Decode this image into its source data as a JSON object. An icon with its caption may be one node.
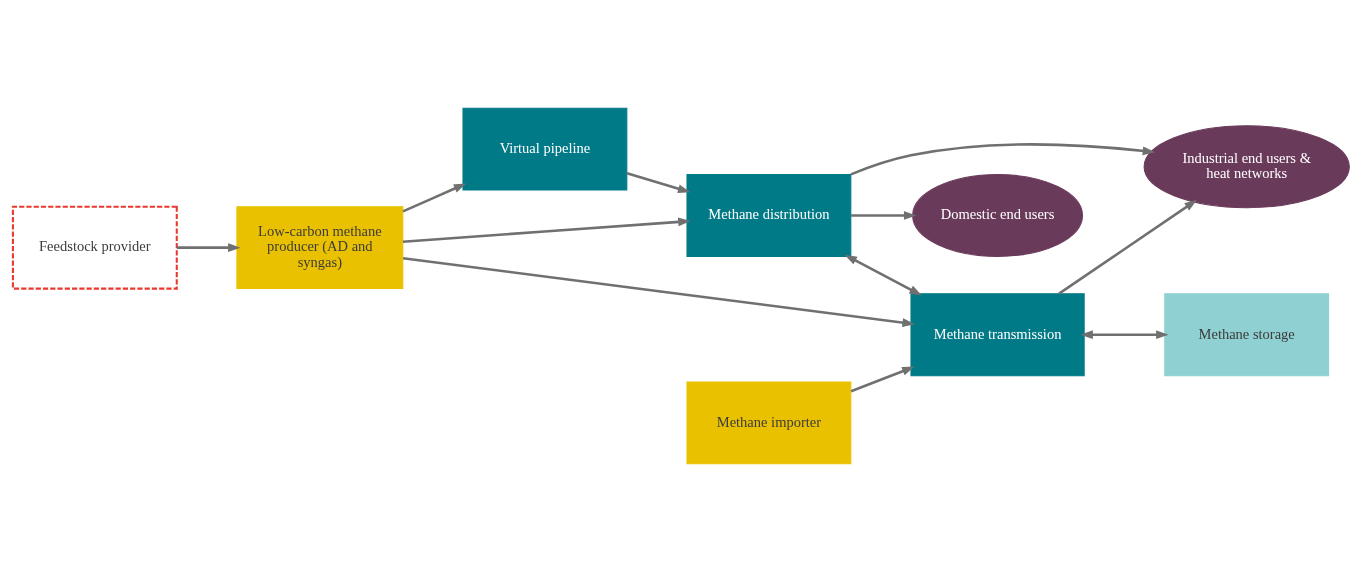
{
  "diagram": {
    "nodes": [
      {
        "text": [
          "Feedstock provider"
        ]
      },
      {
        "text": [
          "Low-carbon methane producer (AD and syngas)"
        ]
      },
      {
        "text": [
          "Virtual pipeline"
        ]
      },
      {
        "text": [
          "Methane distribution"
        ]
      },
      {
        "text": [
          "Industrial end users & heat networks"
        ]
      },
      {
        "text": [
          "Domestic end users"
        ]
      },
      {
        "text": [
          "Methane importer"
        ]
      },
      {
        "text": [
          "Methane transmission"
        ]
      },
      {
        "text": [
          "Methane storage"
        ]
      }
    ],
    "edges": [
      {
        "from": 0,
        "to": 1,
        "arrow": "to"
      },
      {
        "from": 1,
        "to": 2,
        "arrow": "to"
      },
      {
        "from": 2,
        "to": 3,
        "arrow": "to"
      },
      {
        "from": 1,
        "to": 3,
        "arrow": "to"
      },
      {
        "from": 1,
        "to": 7,
        "arrow": "to"
      },
      {
        "from": 3,
        "to": 7,
        "arrow": "both"
      },
      {
        "from": 3,
        "to": 4,
        "arrow": "to"
      },
      {
        "from": 3,
        "to": 5,
        "arrow": "to"
      },
      {
        "from": 6,
        "to": 7,
        "arrow": "to"
      },
      {
        "from": 7,
        "to": 4,
        "arrow": "to"
      },
      {
        "from": 7,
        "to": 8,
        "arrow": "both"
      }
    ]
  }
}
